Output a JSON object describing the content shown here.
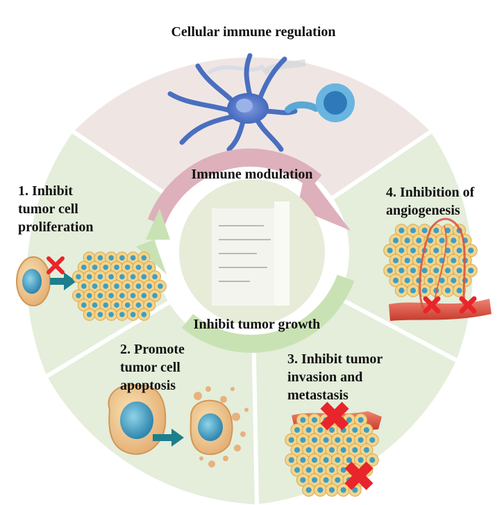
{
  "diagram": {
    "top_title": "Cellular immune regulation",
    "center_top_label": "Immune modulation",
    "center_bottom_label": "Inhibit tumor growth",
    "sections": {
      "proliferation": [
        "1. Inhibit",
        "tumor cell",
        "proliferation"
      ],
      "apoptosis": [
        "2. Promote",
        "tumor cell",
        "apoptosis"
      ],
      "invasion": [
        "3. Inhibit tumor",
        "invasion and",
        "metastasis"
      ],
      "angiogenesis": [
        "4. Inhibition of",
        "angiogenesis"
      ]
    }
  },
  "colors": {
    "top_segment": "#efe6e4",
    "green_segment": "#e4eedb",
    "arrow_pink": "#ddb0bc",
    "arrow_green": "#c9e2b4",
    "cell_yellow": "#f3d48c",
    "nucleus_blue": "#3e9ec2",
    "vessel_red": "#d94f3f",
    "block_mark": "#e8252a",
    "dendritic_cell": "#4a6fc0",
    "arrow_teal": "#1d7f8c"
  }
}
